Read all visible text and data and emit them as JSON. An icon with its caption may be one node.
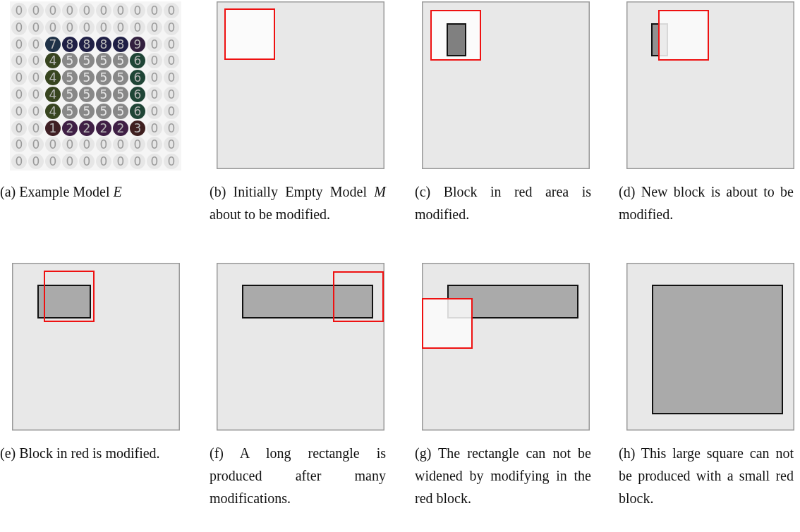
{
  "diagram": {
    "labels": [
      "0",
      "0",
      "0",
      "0",
      "0",
      "0",
      "0",
      "0",
      "0",
      "0",
      "0",
      "0",
      "0",
      "0",
      "0",
      "0",
      "0",
      "0",
      "0",
      "0",
      "0",
      "0",
      "7",
      "8",
      "8",
      "8",
      "8",
      "9",
      "0",
      "0",
      "0",
      "0",
      "4",
      "5",
      "5",
      "5",
      "5",
      "6",
      "0",
      "0",
      "0",
      "0",
      "4",
      "5",
      "5",
      "5",
      "5",
      "6",
      "0",
      "0",
      "0",
      "0",
      "4",
      "5",
      "5",
      "5",
      "5",
      "6",
      "0",
      "0",
      "0",
      "0",
      "4",
      "5",
      "5",
      "5",
      "5",
      "6",
      "0",
      "0",
      "0",
      "0",
      "1",
      "2",
      "2",
      "2",
      "2",
      "3",
      "0",
      "0",
      "0",
      "0",
      "0",
      "0",
      "0",
      "0",
      "0",
      "0",
      "0",
      "0",
      "0",
      "0",
      "0",
      "0",
      "0",
      "0",
      "0",
      "0",
      "0",
      "0",
      "(a) Example Model *E*",
      "(b) Initially Empty Model *M* about to be modified.",
      "(c) Block in red area is modified.",
      "(d) New block is about to be modified.",
      "(e) Block in red is modified.",
      "(f) A long rectangle is produced after many modifications.",
      "(g) The rectangle can not be widened by modifying in the red block.",
      "(h) This large square can not be produced with a small red block."
    ]
  }
}
